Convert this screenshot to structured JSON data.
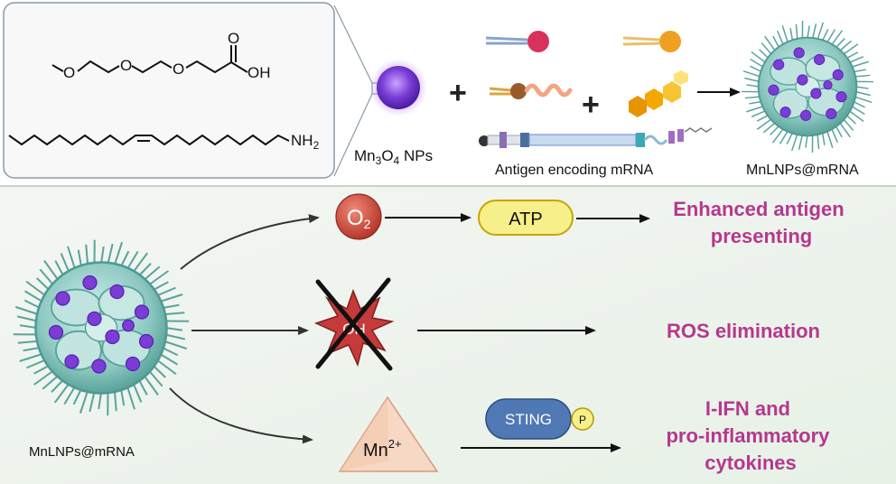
{
  "top": {
    "chem_labels": {
      "methoxy_o": "O",
      "ether1": "O",
      "ether2": "O",
      "carbonyl_o": "O",
      "acid_oh": "OH",
      "amine": "NH",
      "amine_sub": "2"
    },
    "mn3o4": {
      "main": "Mn",
      "sub1": "3",
      "mid": "O",
      "sub2": "4",
      "tail": " NPs"
    },
    "mrna_label": "Antigen encoding mRNA",
    "product_label": "MnLNPs@mRNA",
    "plus": "+"
  },
  "bottom": {
    "source_label": "MnLNPs@mRNA",
    "o2": {
      "main": "O",
      "sub": "2"
    },
    "atp": "ATP",
    "oh_crossed": "OH",
    "mn": {
      "main": "Mn",
      "sup": "2+"
    },
    "sting": "STING",
    "phospho": "P",
    "outcome1": [
      "Enhanced antigen",
      "presenting"
    ],
    "outcome2": "ROS elimination",
    "outcome3": [
      "I-IFN and",
      "pro-inflammatory",
      "cytokines"
    ]
  },
  "colors": {
    "accent": "#b5388f",
    "o2": "#c94a3a",
    "atp_fill": "#f7ef8a",
    "sting_fill": "#4f78b5",
    "mn_fill": "#f7d8c4",
    "np_purple": "#7a3dd6",
    "particle": "#74b8b2"
  }
}
